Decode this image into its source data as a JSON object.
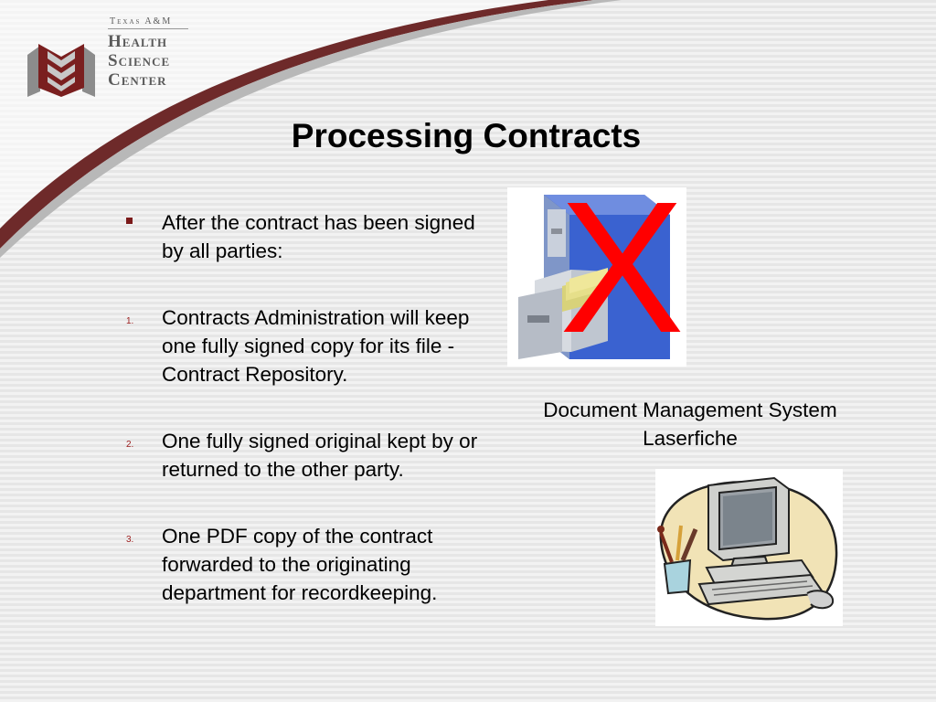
{
  "logo": {
    "line_small": "Texas A&M",
    "line1": "Health",
    "line2": "Science",
    "line3": "Center"
  },
  "title": "Processing Contracts",
  "list": [
    {
      "marker": "",
      "text": "After the contract has been signed by all parties:"
    },
    {
      "marker": "1.",
      "text": "Contracts Administration will keep one fully signed copy for its file - Contract Repository."
    },
    {
      "marker": "2.",
      "text": "One fully signed original kept by or returned to the other party."
    },
    {
      "marker": "3.",
      "text": "One PDF copy of the contract forwarded to the originating department for recordkeeping."
    }
  ],
  "cabinet": {
    "overlay": "X"
  },
  "caption": {
    "line1": "Document Management System",
    "line2": "Laserfiche"
  },
  "colors": {
    "accent": "#7b1a1a",
    "x_mark": "#ff0000",
    "cabinet": "#3a5ec8"
  },
  "icons": [
    "filing-cabinet-icon",
    "computer-clipart-icon",
    "hsc-logo-icon"
  ]
}
